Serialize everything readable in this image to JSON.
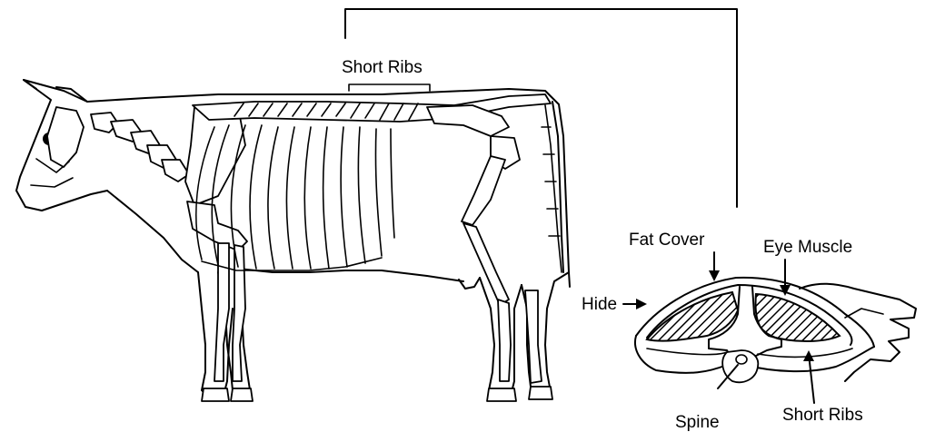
{
  "labels": {
    "short_ribs_top": "Short Ribs",
    "fat_cover": "Fat Cover",
    "eye_muscle": "Eye Muscle",
    "hide": "Hide",
    "spine": "Spine",
    "short_ribs_bottom": "Short Ribs"
  }
}
